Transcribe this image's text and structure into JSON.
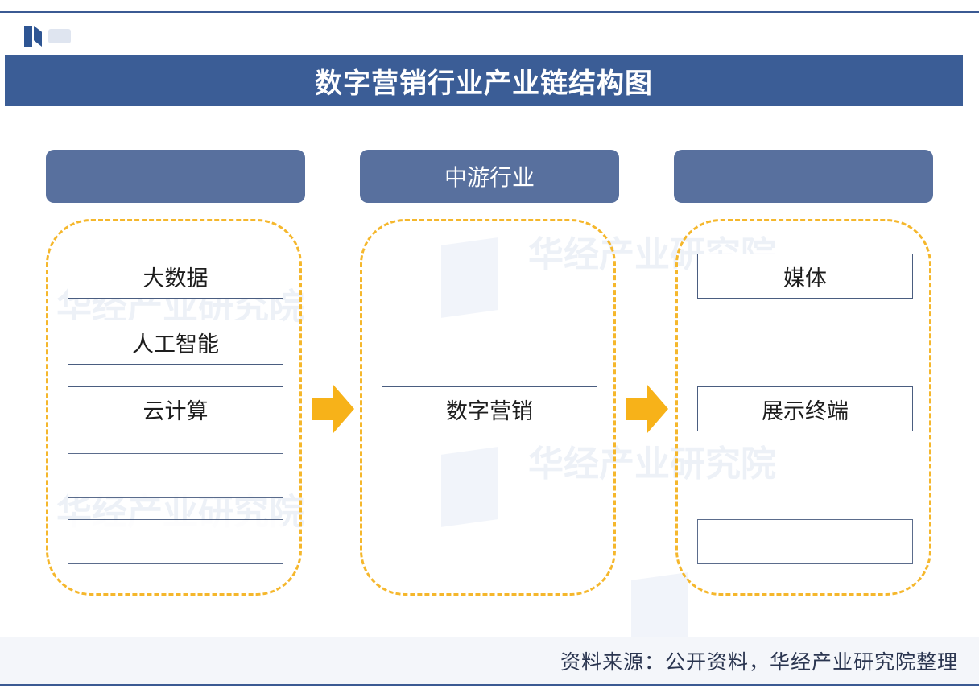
{
  "title": "数字营销行业产业链结构图",
  "columns": [
    {
      "header": "",
      "items": [
        "大数据",
        "人工智能",
        "云计算",
        "",
        ""
      ]
    },
    {
      "header": "中游行业",
      "items": [
        "数字营销"
      ]
    },
    {
      "header": "",
      "items": [
        "媒体",
        "展示终端",
        ""
      ]
    }
  ],
  "source": "资料来源：公开资料，华经产业研究院整理",
  "colors": {
    "title_band": "#3b5d96",
    "header": "#4a6496",
    "dash": "#f5b72c",
    "arrow": "#f7b219"
  },
  "watermark": "华经产业研究院"
}
